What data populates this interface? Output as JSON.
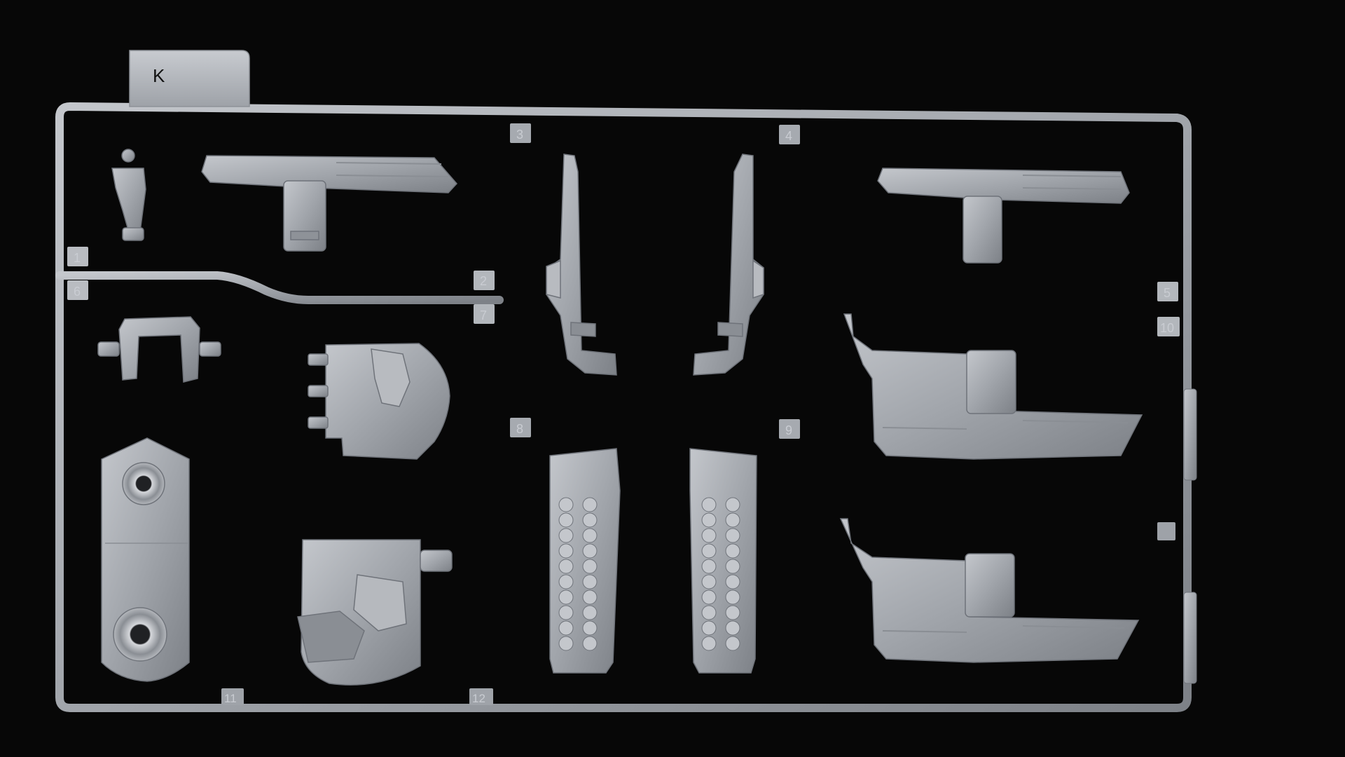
{
  "photo": {
    "background_color": "#070707",
    "plastic_color": "#a3a7ad",
    "plastic_highlight": "#cfd2d7",
    "plastic_shadow": "#6f737a"
  },
  "runner": {
    "letter": "K",
    "part_numbers": [
      "1",
      "2",
      "3",
      "4",
      "5",
      "6",
      "7",
      "8",
      "9",
      "10",
      "11",
      "12"
    ]
  }
}
